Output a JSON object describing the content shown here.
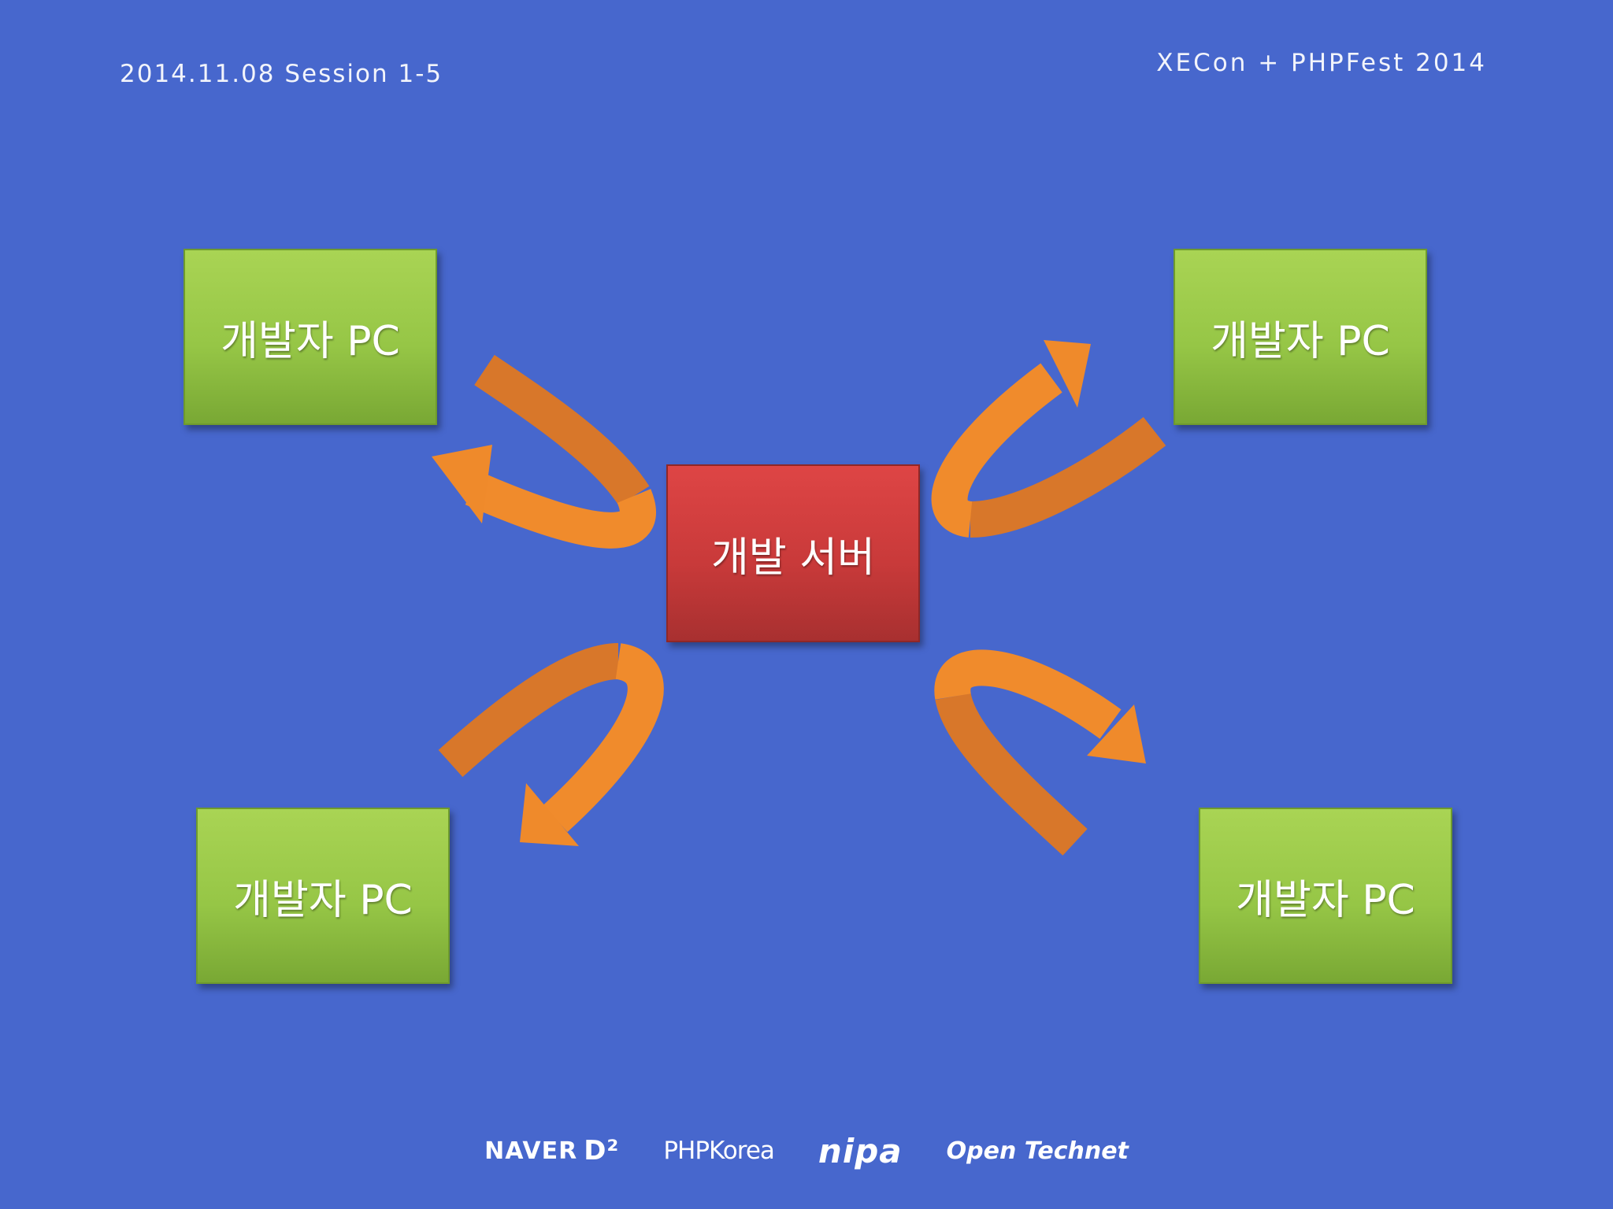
{
  "header": {
    "session": "2014.11.08 Session 1-5",
    "event": "XECon + PHPFest 2014"
  },
  "diagram": {
    "server_label": "개발 서버",
    "pc_labels": [
      "개발자 PC",
      "개발자 PC",
      "개발자 PC",
      "개발자 PC"
    ],
    "colors": {
      "background": "#4767CD",
      "pc_box": "#96C646",
      "server_box": "#C93A3A",
      "arrow": "#EF8A2B"
    }
  },
  "footer": {
    "sponsors": [
      "NAVER",
      "PHPKorea",
      "nipa",
      "Open Technet"
    ],
    "naver_mark": "D²"
  }
}
